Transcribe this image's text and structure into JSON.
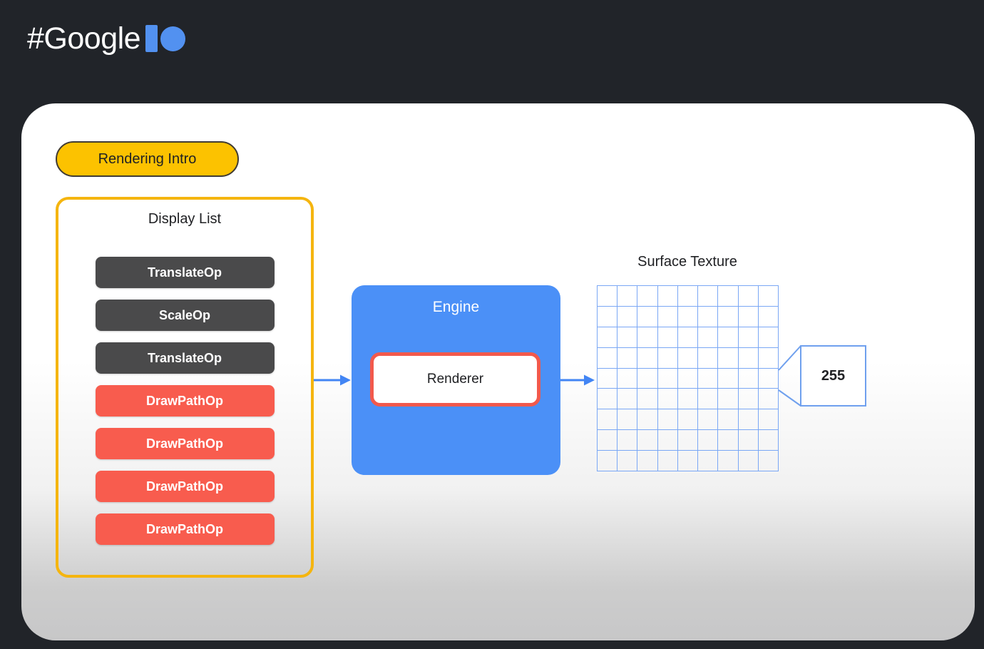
{
  "header": {
    "logo_text": "#Google",
    "logo_suffix": "IO"
  },
  "diagram": {
    "badge_label": "Rendering Intro",
    "display_list": {
      "title": "Display List",
      "ops": [
        {
          "label": "TranslateOp",
          "type": "transform"
        },
        {
          "label": "ScaleOp",
          "type": "transform"
        },
        {
          "label": "TranslateOp",
          "type": "transform"
        },
        {
          "label": "DrawPathOp",
          "type": "draw"
        },
        {
          "label": "DrawPathOp",
          "type": "draw"
        },
        {
          "label": "DrawPathOp",
          "type": "draw"
        },
        {
          "label": "DrawPathOp",
          "type": "draw"
        }
      ]
    },
    "engine": {
      "title": "Engine",
      "inner_label": "Renderer"
    },
    "surface_texture": {
      "title": "Surface Texture",
      "grid_rows": 9,
      "grid_cols": 9
    },
    "callout": {
      "value": "255"
    }
  },
  "colors": {
    "background": "#212429",
    "card_top": "#ffffff",
    "card_bottom": "#c7c7c8",
    "yellow": "#fcc200",
    "yellow_border": "#f5b50f",
    "dark_op": "#4a4a4b",
    "red_op": "#f85c4e",
    "blue": "#4b90f7",
    "red_border": "#f2594c",
    "grid_blue": "#7aa7f5",
    "callout_blue": "#6fa0ee",
    "arrow_blue": "#4285f4",
    "logo_blue": "#5291f0",
    "text_dark": "#202124"
  }
}
